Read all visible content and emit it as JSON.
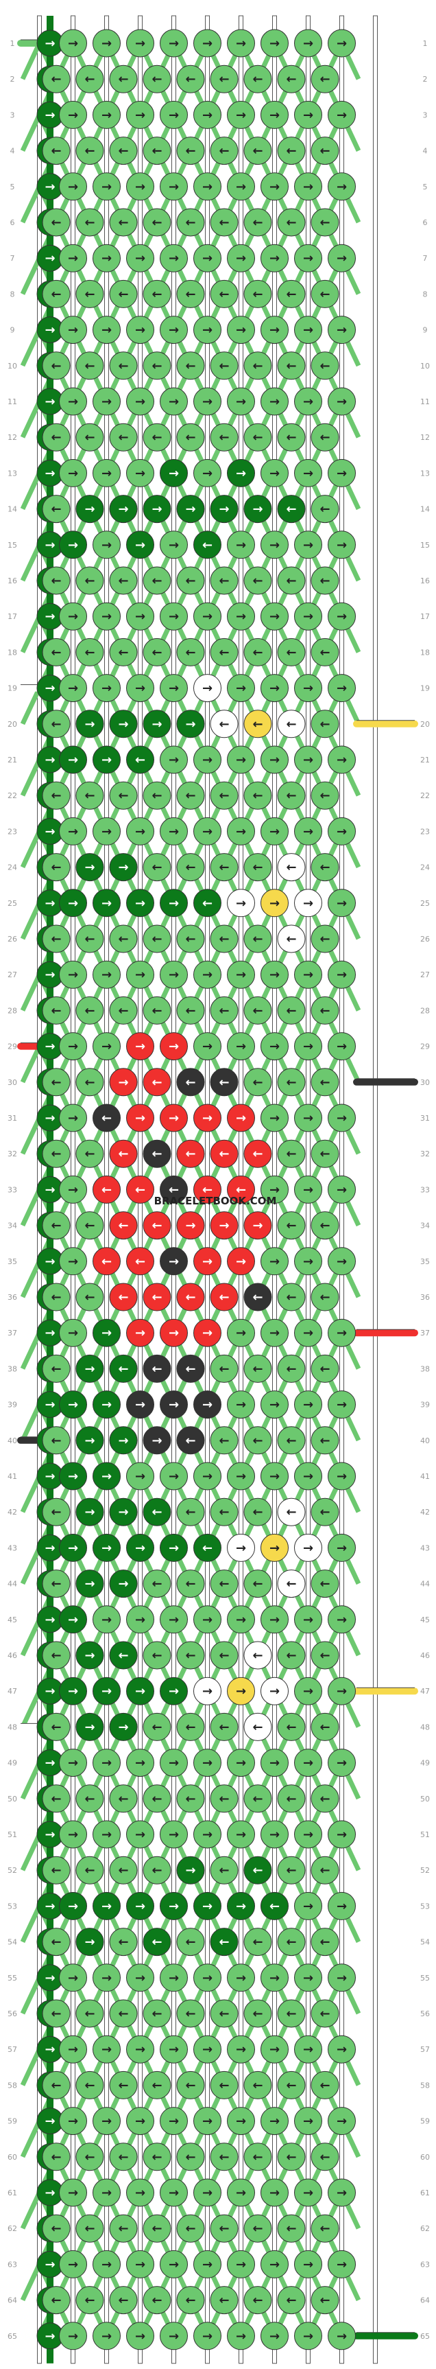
{
  "pattern": {
    "watermark": "BRACELETBOOK.COM",
    "rows": 65,
    "strings": 10,
    "colors": {
      "light_green": "#6cc86f",
      "dark_green": "#0c7a1a",
      "white": "#ffffff",
      "yellow": "#f6d94c",
      "red": "#f0302e",
      "black": "#333333"
    },
    "row_labels": [
      "1",
      "2",
      "3",
      "4",
      "5",
      "6",
      "7",
      "8",
      "9",
      "10",
      "11",
      "12",
      "13",
      "14",
      "15",
      "16",
      "17",
      "18",
      "19",
      "20",
      "21",
      "22",
      "23",
      "24",
      "25",
      "26",
      "27",
      "28",
      "29",
      "30",
      "31",
      "32",
      "33",
      "34",
      "35",
      "36",
      "37",
      "38",
      "39",
      "40",
      "41",
      "42",
      "43",
      "44",
      "45",
      "46",
      "47",
      "48",
      "49",
      "50",
      "51",
      "52",
      "53",
      "54",
      "55",
      "56",
      "57",
      "58",
      "59",
      "60",
      "61",
      "62",
      "63",
      "64",
      "65"
    ],
    "string_start_colors": [
      "light_green",
      "dark_green",
      "light_green",
      "light_green",
      "light_green",
      "light_green",
      "light_green",
      "light_green",
      "light_green",
      "light_green",
      "light_green"
    ],
    "side_strings": [
      {
        "row": 1,
        "side": "left",
        "color": "light_green"
      },
      {
        "row": 19,
        "side": "left",
        "color": "white"
      },
      {
        "row": 20,
        "side": "right",
        "color": "yellow"
      },
      {
        "row": 29,
        "side": "left",
        "color": "red"
      },
      {
        "row": 30,
        "side": "right",
        "color": "black"
      },
      {
        "row": 37,
        "side": "right",
        "color": "red"
      },
      {
        "row": 40,
        "side": "left",
        "color": "black"
      },
      {
        "row": 47,
        "side": "right",
        "color": "yellow"
      },
      {
        "row": 48,
        "side": "left",
        "color": "white"
      },
      {
        "row": 65,
        "side": "right",
        "color": "dark_green"
      }
    ],
    "knots": [
      {
        "row": 13,
        "col": 4,
        "color": "dark_green",
        "dir": "right"
      },
      {
        "row": 13,
        "col": 6,
        "color": "dark_green",
        "dir": "right"
      },
      {
        "row": 14,
        "col": 1,
        "color": "dark_green",
        "dir": "right"
      },
      {
        "row": 14,
        "col": 2,
        "color": "dark_green",
        "dir": "right"
      },
      {
        "row": 14,
        "col": 3,
        "color": "dark_green",
        "dir": "right"
      },
      {
        "row": 14,
        "col": 4,
        "color": "dark_green",
        "dir": "right"
      },
      {
        "row": 14,
        "col": 5,
        "color": "dark_green",
        "dir": "right"
      },
      {
        "row": 14,
        "col": 6,
        "color": "dark_green",
        "dir": "right"
      },
      {
        "row": 14,
        "col": 7,
        "color": "dark_green",
        "dir": "left"
      },
      {
        "row": 15,
        "col": 1,
        "color": "dark_green",
        "dir": "right"
      },
      {
        "row": 15,
        "col": 3,
        "color": "dark_green",
        "dir": "right"
      },
      {
        "row": 15,
        "col": 5,
        "color": "dark_green",
        "dir": "left"
      },
      {
        "row": 19,
        "col": 5,
        "color": "white",
        "dir": "right"
      },
      {
        "row": 20,
        "col": 1,
        "color": "dark_green",
        "dir": "right"
      },
      {
        "row": 20,
        "col": 2,
        "color": "dark_green",
        "dir": "right"
      },
      {
        "row": 20,
        "col": 3,
        "color": "dark_green",
        "dir": "right"
      },
      {
        "row": 20,
        "col": 4,
        "color": "dark_green",
        "dir": "right"
      },
      {
        "row": 20,
        "col": 5,
        "color": "white",
        "dir": "left"
      },
      {
        "row": 20,
        "col": 6,
        "color": "yellow",
        "dir": "left"
      },
      {
        "row": 20,
        "col": 7,
        "color": "white",
        "dir": "left"
      },
      {
        "row": 21,
        "col": 1,
        "color": "dark_green",
        "dir": "right"
      },
      {
        "row": 21,
        "col": 2,
        "color": "dark_green",
        "dir": "right"
      },
      {
        "row": 21,
        "col": 3,
        "color": "dark_green",
        "dir": "left"
      },
      {
        "row": 24,
        "col": 1,
        "color": "dark_green",
        "dir": "right"
      },
      {
        "row": 24,
        "col": 2,
        "color": "dark_green",
        "dir": "right"
      },
      {
        "row": 24,
        "col": 7,
        "color": "white",
        "dir": "left"
      },
      {
        "row": 25,
        "col": 1,
        "color": "dark_green",
        "dir": "right"
      },
      {
        "row": 25,
        "col": 2,
        "color": "dark_green",
        "dir": "right"
      },
      {
        "row": 25,
        "col": 3,
        "color": "dark_green",
        "dir": "right"
      },
      {
        "row": 25,
        "col": 4,
        "color": "dark_green",
        "dir": "right"
      },
      {
        "row": 25,
        "col": 5,
        "color": "dark_green",
        "dir": "left"
      },
      {
        "row": 25,
        "col": 6,
        "color": "white",
        "dir": "right"
      },
      {
        "row": 25,
        "col": 7,
        "color": "yellow",
        "dir": "right"
      },
      {
        "row": 25,
        "col": 8,
        "color": "white",
        "dir": "right"
      },
      {
        "row": 26,
        "col": 7,
        "color": "white",
        "dir": "left"
      },
      {
        "row": 29,
        "col": 3,
        "color": "red",
        "dir": "right"
      },
      {
        "row": 29,
        "col": 4,
        "color": "red",
        "dir": "right"
      },
      {
        "row": 30,
        "col": 2,
        "color": "red",
        "dir": "right"
      },
      {
        "row": 30,
        "col": 3,
        "color": "red",
        "dir": "left"
      },
      {
        "row": 30,
        "col": 4,
        "color": "black",
        "dir": "left"
      },
      {
        "row": 30,
        "col": 5,
        "color": "black",
        "dir": "left"
      },
      {
        "row": 31,
        "col": 2,
        "color": "black",
        "dir": "left"
      },
      {
        "row": 31,
        "col": 3,
        "color": "red",
        "dir": "right"
      },
      {
        "row": 31,
        "col": 4,
        "color": "red",
        "dir": "right"
      },
      {
        "row": 31,
        "col": 5,
        "color": "red",
        "dir": "right"
      },
      {
        "row": 31,
        "col": 6,
        "color": "red",
        "dir": "right"
      },
      {
        "row": 32,
        "col": 2,
        "color": "red",
        "dir": "left"
      },
      {
        "row": 32,
        "col": 3,
        "color": "black",
        "dir": "left"
      },
      {
        "row": 32,
        "col": 4,
        "color": "red",
        "dir": "left"
      },
      {
        "row": 32,
        "col": 5,
        "color": "red",
        "dir": "left"
      },
      {
        "row": 32,
        "col": 6,
        "color": "red",
        "dir": "left"
      },
      {
        "row": 33,
        "col": 2,
        "color": "red",
        "dir": "left"
      },
      {
        "row": 33,
        "col": 3,
        "color": "red",
        "dir": "left"
      },
      {
        "row": 33,
        "col": 4,
        "color": "black",
        "dir": "left"
      },
      {
        "row": 33,
        "col": 5,
        "color": "red",
        "dir": "left"
      },
      {
        "row": 33,
        "col": 6,
        "color": "red",
        "dir": "left"
      },
      {
        "row": 34,
        "col": 2,
        "color": "red",
        "dir": "left"
      },
      {
        "row": 34,
        "col": 3,
        "color": "red",
        "dir": "left"
      },
      {
        "row": 34,
        "col": 4,
        "color": "red",
        "dir": "right"
      },
      {
        "row": 34,
        "col": 5,
        "color": "red",
        "dir": "right"
      },
      {
        "row": 34,
        "col": 6,
        "color": "red",
        "dir": "right"
      },
      {
        "row": 35,
        "col": 2,
        "color": "red",
        "dir": "left"
      },
      {
        "row": 35,
        "col": 3,
        "color": "red",
        "dir": "left"
      },
      {
        "row": 35,
        "col": 4,
        "color": "black",
        "dir": "right"
      },
      {
        "row": 35,
        "col": 5,
        "color": "red",
        "dir": "right"
      },
      {
        "row": 35,
        "col": 6,
        "color": "red",
        "dir": "right"
      },
      {
        "row": 36,
        "col": 2,
        "color": "red",
        "dir": "left"
      },
      {
        "row": 36,
        "col": 3,
        "color": "red",
        "dir": "left"
      },
      {
        "row": 36,
        "col": 4,
        "color": "red",
        "dir": "left"
      },
      {
        "row": 36,
        "col": 5,
        "color": "red",
        "dir": "left"
      },
      {
        "row": 36,
        "col": 6,
        "color": "black",
        "dir": "left"
      },
      {
        "row": 37,
        "col": 2,
        "color": "dark_green",
        "dir": "right"
      },
      {
        "row": 37,
        "col": 3,
        "color": "red",
        "dir": "right"
      },
      {
        "row": 37,
        "col": 4,
        "color": "red",
        "dir": "right"
      },
      {
        "row": 37,
        "col": 5,
        "color": "red",
        "dir": "right"
      },
      {
        "row": 38,
        "col": 1,
        "color": "dark_green",
        "dir": "right"
      },
      {
        "row": 38,
        "col": 2,
        "color": "dark_green",
        "dir": "left"
      },
      {
        "row": 38,
        "col": 3,
        "color": "black",
        "dir": "left"
      },
      {
        "row": 38,
        "col": 4,
        "color": "black",
        "dir": "left"
      },
      {
        "row": 39,
        "col": 1,
        "color": "dark_green",
        "dir": "right"
      },
      {
        "row": 39,
        "col": 2,
        "color": "dark_green",
        "dir": "right"
      },
      {
        "row": 39,
        "col": 3,
        "color": "black",
        "dir": "right"
      },
      {
        "row": 39,
        "col": 4,
        "color": "black",
        "dir": "right"
      },
      {
        "row": 39,
        "col": 5,
        "color": "black",
        "dir": "right"
      },
      {
        "row": 40,
        "col": 1,
        "color": "dark_green",
        "dir": "right"
      },
      {
        "row": 40,
        "col": 2,
        "color": "dark_green",
        "dir": "right"
      },
      {
        "row": 40,
        "col": 3,
        "color": "black",
        "dir": "right"
      },
      {
        "row": 40,
        "col": 4,
        "color": "black",
        "dir": "left"
      },
      {
        "row": 41,
        "col": 1,
        "color": "dark_green",
        "dir": "right"
      },
      {
        "row": 41,
        "col": 2,
        "color": "dark_green",
        "dir": "right"
      },
      {
        "row": 42,
        "col": 1,
        "color": "dark_green",
        "dir": "right"
      },
      {
        "row": 42,
        "col": 2,
        "color": "dark_green",
        "dir": "right"
      },
      {
        "row": 42,
        "col": 3,
        "color": "dark_green",
        "dir": "left"
      },
      {
        "row": 42,
        "col": 7,
        "color": "white",
        "dir": "left"
      },
      {
        "row": 43,
        "col": 1,
        "color": "dark_green",
        "dir": "right"
      },
      {
        "row": 43,
        "col": 2,
        "color": "dark_green",
        "dir": "right"
      },
      {
        "row": 43,
        "col": 3,
        "color": "dark_green",
        "dir": "right"
      },
      {
        "row": 43,
        "col": 4,
        "color": "dark_green",
        "dir": "right"
      },
      {
        "row": 43,
        "col": 5,
        "color": "dark_green",
        "dir": "left"
      },
      {
        "row": 43,
        "col": 6,
        "color": "white",
        "dir": "right"
      },
      {
        "row": 43,
        "col": 7,
        "color": "yellow",
        "dir": "right"
      },
      {
        "row": 43,
        "col": 8,
        "color": "white",
        "dir": "right"
      },
      {
        "row": 44,
        "col": 1,
        "color": "dark_green",
        "dir": "right"
      },
      {
        "row": 44,
        "col": 2,
        "color": "dark_green",
        "dir": "right"
      },
      {
        "row": 44,
        "col": 7,
        "color": "white",
        "dir": "left"
      },
      {
        "row": 45,
        "col": 1,
        "color": "dark_green",
        "dir": "right"
      },
      {
        "row": 46,
        "col": 1,
        "color": "dark_green",
        "dir": "right"
      },
      {
        "row": 46,
        "col": 2,
        "color": "dark_green",
        "dir": "left"
      },
      {
        "row": 46,
        "col": 6,
        "color": "white",
        "dir": "left"
      },
      {
        "row": 47,
        "col": 1,
        "color": "dark_green",
        "dir": "right"
      },
      {
        "row": 47,
        "col": 2,
        "color": "dark_green",
        "dir": "right"
      },
      {
        "row": 47,
        "col": 3,
        "color": "dark_green",
        "dir": "right"
      },
      {
        "row": 47,
        "col": 4,
        "color": "dark_green",
        "dir": "right"
      },
      {
        "row": 47,
        "col": 5,
        "color": "white",
        "dir": "right"
      },
      {
        "row": 47,
        "col": 6,
        "color": "yellow",
        "dir": "right"
      },
      {
        "row": 47,
        "col": 7,
        "color": "white",
        "dir": "right"
      },
      {
        "row": 48,
        "col": 1,
        "color": "dark_green",
        "dir": "right"
      },
      {
        "row": 48,
        "col": 2,
        "color": "dark_green",
        "dir": "right"
      },
      {
        "row": 48,
        "col": 6,
        "color": "white",
        "dir": "left"
      },
      {
        "row": 52,
        "col": 4,
        "color": "dark_green",
        "dir": "right"
      },
      {
        "row": 52,
        "col": 6,
        "color": "dark_green",
        "dir": "left"
      },
      {
        "row": 53,
        "col": 1,
        "color": "dark_green",
        "dir": "right"
      },
      {
        "row": 53,
        "col": 2,
        "color": "dark_green",
        "dir": "right"
      },
      {
        "row": 53,
        "col": 3,
        "color": "dark_green",
        "dir": "right"
      },
      {
        "row": 53,
        "col": 4,
        "color": "dark_green",
        "dir": "right"
      },
      {
        "row": 53,
        "col": 5,
        "color": "dark_green",
        "dir": "right"
      },
      {
        "row": 53,
        "col": 6,
        "color": "dark_green",
        "dir": "right"
      },
      {
        "row": 53,
        "col": 7,
        "color": "dark_green",
        "dir": "left"
      },
      {
        "row": 54,
        "col": 1,
        "color": "dark_green",
        "dir": "right"
      },
      {
        "row": 54,
        "col": 3,
        "color": "dark_green",
        "dir": "left"
      },
      {
        "row": 54,
        "col": 5,
        "color": "dark_green",
        "dir": "left"
      }
    ]
  }
}
